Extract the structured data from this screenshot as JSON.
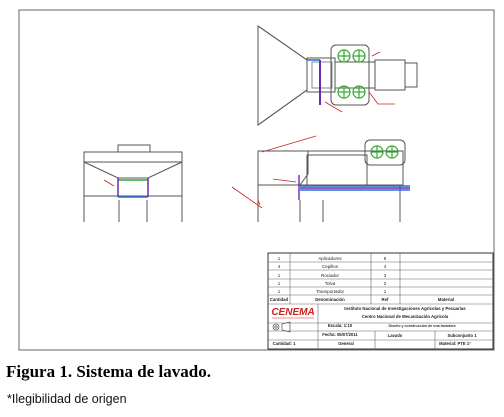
{
  "title_block": {
    "parts_list": [
      {
        "qty": "1",
        "name": "Aplicadores",
        "ref": "5"
      },
      {
        "qty": "4",
        "name": "Cepillos",
        "ref": "4"
      },
      {
        "qty": "1",
        "name": "Rociador",
        "ref": "3"
      },
      {
        "qty": "1",
        "name": "Tolva",
        "ref": "2"
      },
      {
        "qty": "1",
        "name": "Transportador",
        "ref": "1"
      }
    ],
    "header": {
      "qty": "Cantidad",
      "name": "Denominación",
      "ref": "Ref",
      "material": "Material"
    },
    "logo_text": "CENEMA",
    "institute_line1": "Instituto Nacional de Investigaciones Agrícolas y Pecuarias",
    "institute_line2": "Centro Nacional de Mecanización Agrícola",
    "scale": "Escala: 1:10",
    "date": "Fecha: 05/07/2011",
    "description": "Diseño y construcción de una lavadora",
    "sheet_label": "Lavado",
    "drawing_number": "Subconjunto 1",
    "material_footer": "Material: PTE 1°",
    "quantity_footer": "Cantidad: 1",
    "general": "General"
  },
  "caption": "Figura 1. Sistema de lavado.",
  "note": "*Ilegibilidad de origen"
}
